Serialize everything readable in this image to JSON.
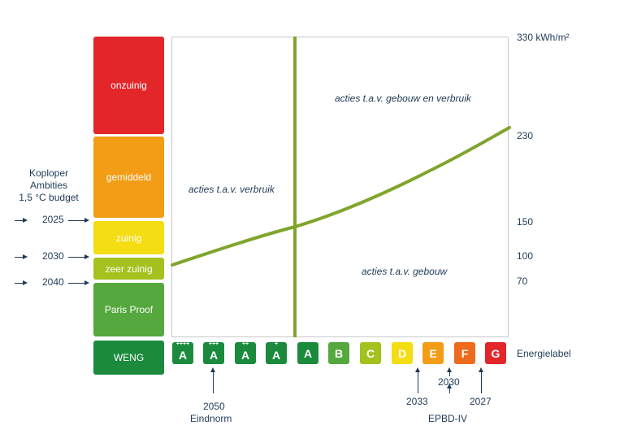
{
  "bands": [
    {
      "label": "onzuinig",
      "color": "#e3262a"
    },
    {
      "label": "gemiddeld",
      "color": "#f39c15"
    },
    {
      "label": "zuinig",
      "color": "#f5dd13"
    },
    {
      "label": "zeer zuinig",
      "color": "#a3c21e"
    },
    {
      "label": "Paris Proof",
      "color": "#55a83d"
    },
    {
      "label": "WENG",
      "color": "#1b8a3c"
    }
  ],
  "ambitions": {
    "title_line1": "Koploper",
    "title_line2": "Ambities",
    "title_line3": "1,5 °C budget",
    "years": [
      "2025",
      "2030",
      "2040"
    ]
  },
  "zones": {
    "consumption": "acties t.a.v. verbruik",
    "building_and_consumption": "acties t.a.v. gebouw en verbruik",
    "building": "acties t.a.v. gebouw"
  },
  "y_axis": {
    "max_label": "330 kWh/m²",
    "ticks": [
      "230",
      "150",
      "100",
      "70"
    ]
  },
  "energy_labels": {
    "title": "Energielabel",
    "items": [
      {
        "letter": "A",
        "plus": "++++",
        "color": "#1b8a3c"
      },
      {
        "letter": "A",
        "plus": "+++",
        "color": "#1b8a3c"
      },
      {
        "letter": "A",
        "plus": "++",
        "color": "#1b8a3c"
      },
      {
        "letter": "A",
        "plus": "+",
        "color": "#1b8a3c"
      },
      {
        "letter": "A",
        "plus": "",
        "color": "#1b8a3c"
      },
      {
        "letter": "B",
        "plus": "",
        "color": "#55a83d"
      },
      {
        "letter": "C",
        "plus": "",
        "color": "#a3c21e"
      },
      {
        "letter": "D",
        "plus": "",
        "color": "#f5dd13"
      },
      {
        "letter": "E",
        "plus": "",
        "color": "#f39c15"
      },
      {
        "letter": "F",
        "plus": "",
        "color": "#ee6a1d"
      },
      {
        "letter": "G",
        "plus": "",
        "color": "#e3262a"
      }
    ]
  },
  "bottom": {
    "eindnorm_year": "2050",
    "eindnorm_label": "Eindnorm",
    "epbd_years": [
      "2033",
      "2030",
      "2027"
    ],
    "epbd_label": "EPBD-IV"
  },
  "colors": {
    "curve": "#7fa52c",
    "text": "#1f3a56"
  }
}
